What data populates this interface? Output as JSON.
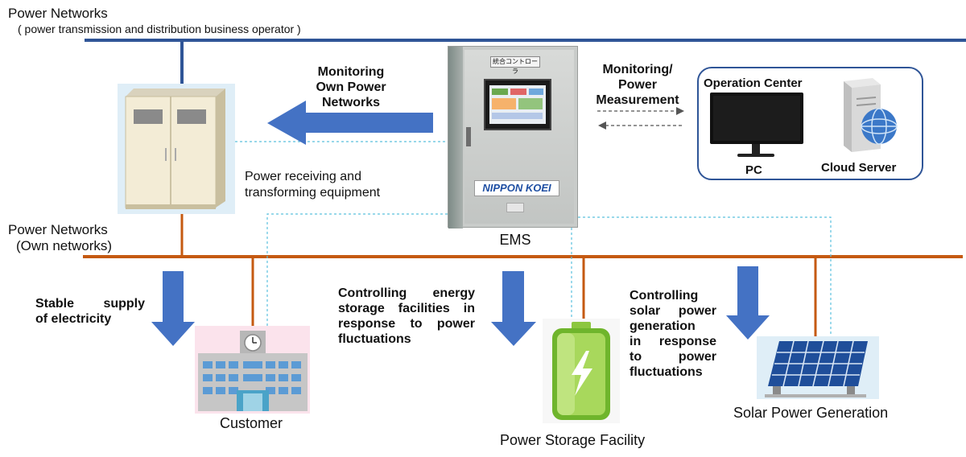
{
  "top_network": {
    "title": "Power Networks",
    "subtitle": "( power transmission and distribution business operator )"
  },
  "own_network": {
    "title": "Power Networks",
    "subtitle": "(Own networks)"
  },
  "receiving_equipment": {
    "label_line1": "Power receiving and",
    "label_line2": "transforming equipment"
  },
  "ems": {
    "label": "EMS",
    "panel_header": "統合コントローラ",
    "brand": "NIPPON KOEI"
  },
  "monitoring_own": {
    "line1": "Monitoring",
    "line2": "Own Power",
    "line3": "Networks"
  },
  "monitoring_measurement": {
    "line1": "Monitoring/",
    "line2": "Power",
    "line3": "Measurement"
  },
  "operation_center": {
    "title": "Operation Center",
    "pc_label": "PC",
    "cloud_label": "Cloud Server"
  },
  "customer": {
    "label": "Customer",
    "caption_line1a": "Stable",
    "caption_line1b": "supply",
    "caption_line2": "of electricity"
  },
  "storage": {
    "label": "Power Storage Facility",
    "caption_line1": "Controlling energy",
    "caption_line2": "storage facilities in",
    "caption_line3": "response to power",
    "caption_line4": "fluctuations"
  },
  "solar": {
    "label": "Solar Power Generation",
    "caption_line1": "Controlling",
    "caption_line2": "solar power",
    "caption_line3": "generation",
    "caption_line4": "in response",
    "caption_line5": "to power",
    "caption_line6": "fluctuations"
  },
  "colors": {
    "blue_line": "#2f5597",
    "orange_line": "#c55a11",
    "arrow_blue": "#4472c4",
    "dotted_cyan": "#5bc0de"
  }
}
